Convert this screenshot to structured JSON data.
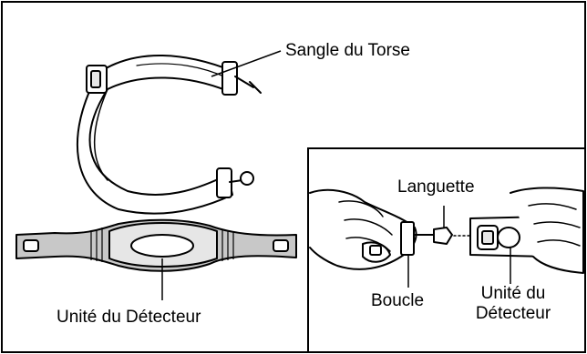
{
  "labels": {
    "chest_strap": "Sangle du Torse",
    "detector_unit": "Unité du Détecteur",
    "tab": "Languette",
    "buckle": "Boucle",
    "inset_detector_line1": "Unité du",
    "inset_detector_line2": "Détecteur"
  },
  "colors": {
    "line": "#000000",
    "background": "#ffffff",
    "shade_light": "#e6e6e6",
    "shade_mid": "#c8c8c8"
  }
}
